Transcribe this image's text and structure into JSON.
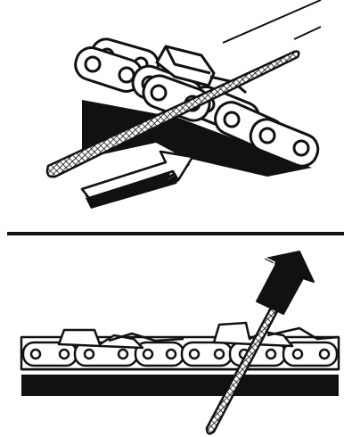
{
  "figure": {
    "panels": [
      {
        "id": "top",
        "view": "perspective",
        "elements": [
          "saw-chain",
          "bar-rail",
          "round-file",
          "direction-arrow"
        ]
      },
      {
        "id": "bottom",
        "view": "side",
        "elements": [
          "saw-chain",
          "bar-rail",
          "round-file",
          "direction-arrow"
        ]
      }
    ],
    "colors": {
      "ink": "#111111",
      "paper": "#ffffff",
      "file_hatch": "#111111"
    }
  }
}
